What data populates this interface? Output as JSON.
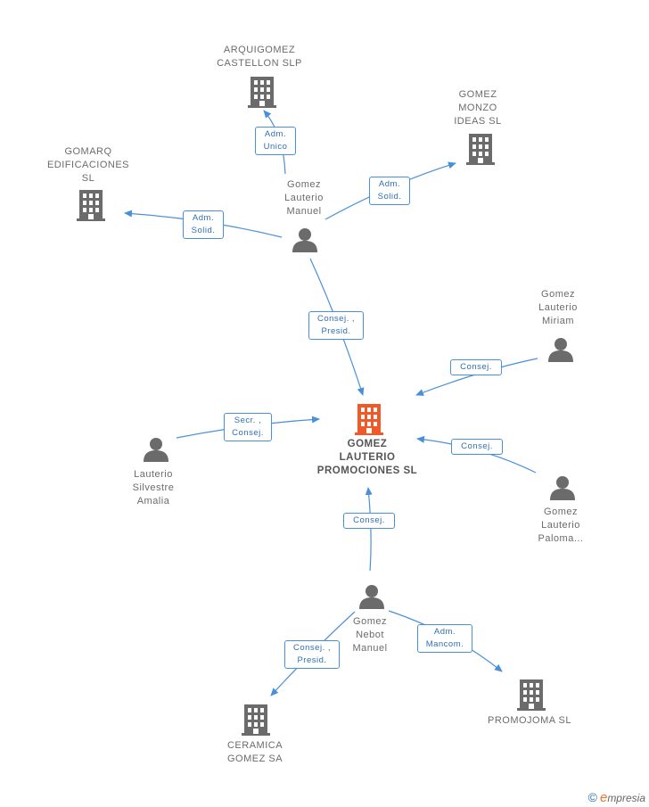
{
  "colors": {
    "edge": "#4a90d9",
    "company": "#6b6b6b",
    "main_company": "#f05a28",
    "person": "#6b6b6b"
  },
  "nodes": {
    "main": [
      "GOMEZ",
      "LAUTERIO",
      "PROMOCIONES SL"
    ],
    "arquigomez": [
      "ARQUIGOMEZ",
      "CASTELLON SLP"
    ],
    "gomez_monzo": [
      "GOMEZ",
      "MONZO",
      "IDEAS  SL"
    ],
    "gomarq": [
      "GOMARQ",
      "EDIFICACIONES",
      "SL"
    ],
    "gomez_lauterio_manuel": [
      "Gomez",
      "Lauterio",
      "Manuel"
    ],
    "gomez_lauterio_miriam": [
      "Gomez",
      "Lauterio",
      "Miriam"
    ],
    "lauterio_silvestre": [
      "Lauterio",
      "Silvestre",
      "Amalia"
    ],
    "gomez_lauterio_paloma": [
      "Gomez",
      "Lauterio",
      "Paloma..."
    ],
    "gomez_nebot": [
      "Gomez",
      "Nebot",
      "Manuel"
    ],
    "ceramica": [
      "CERAMICA",
      "GOMEZ SA"
    ],
    "promojoma": [
      "PROMOJOMA SL"
    ]
  },
  "edges": {
    "adm_unico": [
      "Adm.",
      "Unico"
    ],
    "adm_solid_monzo": [
      "Adm.",
      "Solid."
    ],
    "adm_solid_gomarq": [
      "Adm.",
      "Solid."
    ],
    "consej_presid_manuel": [
      "Consej. ,",
      "Presid."
    ],
    "consej_miriam": [
      "Consej."
    ],
    "secr_consej": [
      "Secr. ,",
      "Consej."
    ],
    "consej_paloma": [
      "Consej."
    ],
    "consej_nebot": [
      "Consej."
    ],
    "consej_presid_ceramica": [
      "Consej. ,",
      "Presid."
    ],
    "adm_mancom": [
      "Adm.",
      "Mancom."
    ]
  },
  "footer": {
    "copyright": "©",
    "brand_initial": "e",
    "brand_rest": "mpresia"
  }
}
